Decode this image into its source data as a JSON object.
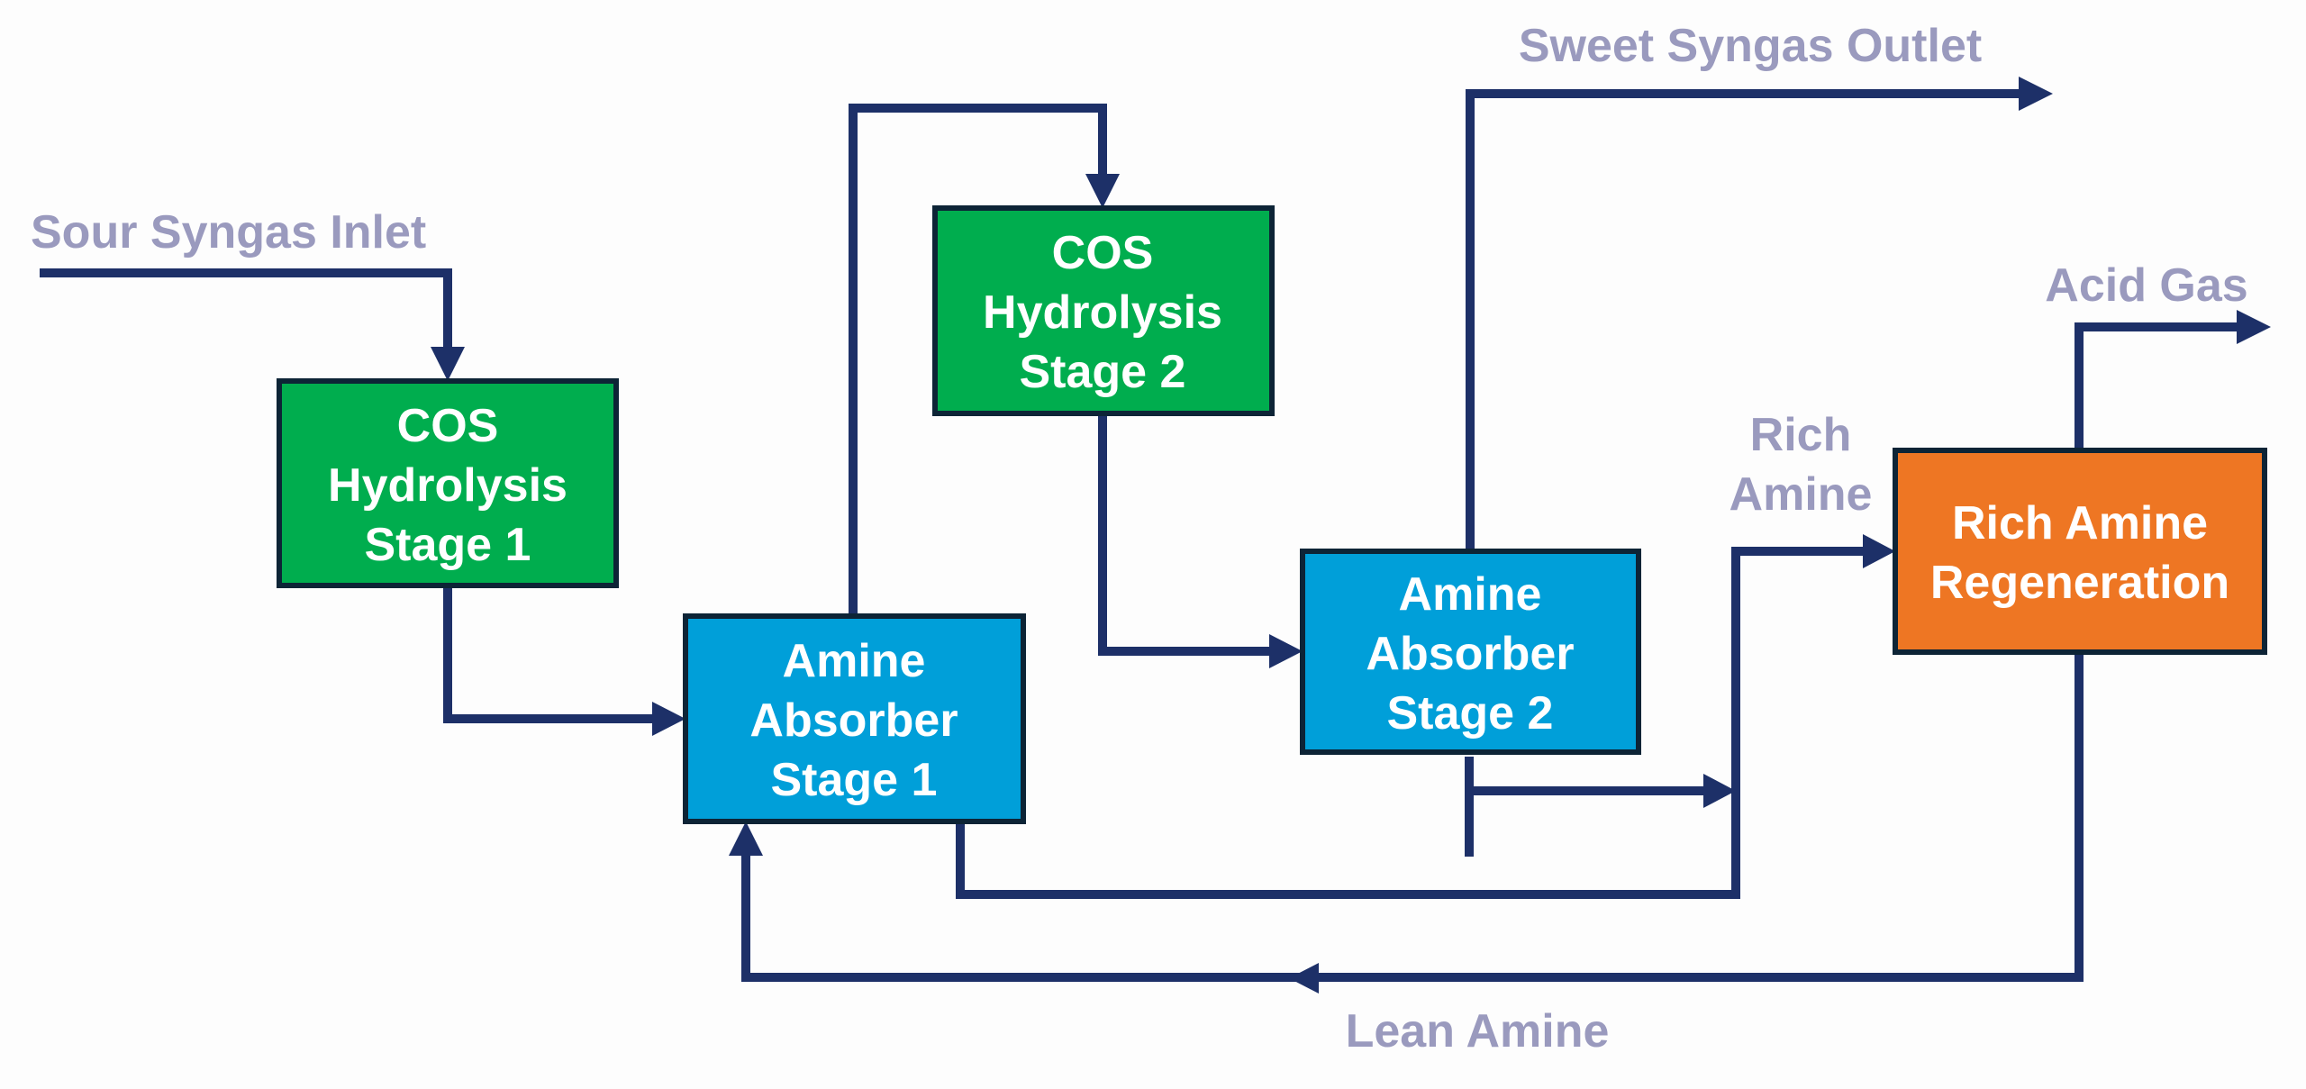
{
  "title": "Two-stage COS hydrolysis and amine absorption process flow",
  "colors": {
    "background": "#FDFDFD",
    "flow_line": "#1D3068",
    "stream_label": "#9A9ABE",
    "box_border": "#0D2436",
    "cos_hydrolysis": "#00AD4E",
    "amine_absorber": "#009FD9",
    "regeneration": "#EE7623",
    "box_text": "#FFFFFF"
  },
  "units": {
    "cos1": {
      "lines": [
        "COS",
        "Hydrolysis",
        "Stage 1"
      ],
      "type": "cos_hydrolysis"
    },
    "cos2": {
      "lines": [
        "COS",
        "Hydrolysis",
        "Stage 2"
      ],
      "type": "cos_hydrolysis"
    },
    "abs1": {
      "lines": [
        "Amine",
        "Absorber",
        "Stage 1"
      ],
      "type": "amine_absorber"
    },
    "abs2": {
      "lines": [
        "Amine",
        "Absorber",
        "Stage 2"
      ],
      "type": "amine_absorber"
    },
    "regen": {
      "lines": [
        "Rich Amine",
        "Regeneration"
      ],
      "type": "regeneration"
    }
  },
  "streams": {
    "sour_inlet": "Sour Syngas Inlet",
    "sweet_outlet": "Sweet Syngas Outlet",
    "acid_gas": "Acid Gas",
    "rich_amine": [
      "Rich",
      "Amine"
    ],
    "lean_amine": "Lean Amine"
  },
  "connections": [
    {
      "from": "Sour Syngas Inlet",
      "to": "cos1"
    },
    {
      "from": "cos1",
      "to": "abs1"
    },
    {
      "from": "abs1",
      "to": "cos2"
    },
    {
      "from": "cos2",
      "to": "abs2"
    },
    {
      "from": "abs2",
      "to": "Sweet Syngas Outlet"
    },
    {
      "from": "abs2",
      "to": "regen",
      "stream": "Rich Amine"
    },
    {
      "from": "abs1",
      "to": "regen",
      "stream": "Rich Amine"
    },
    {
      "from": "regen",
      "to": "Acid Gas"
    },
    {
      "from": "regen",
      "to": "abs1",
      "stream": "Lean Amine"
    }
  ]
}
